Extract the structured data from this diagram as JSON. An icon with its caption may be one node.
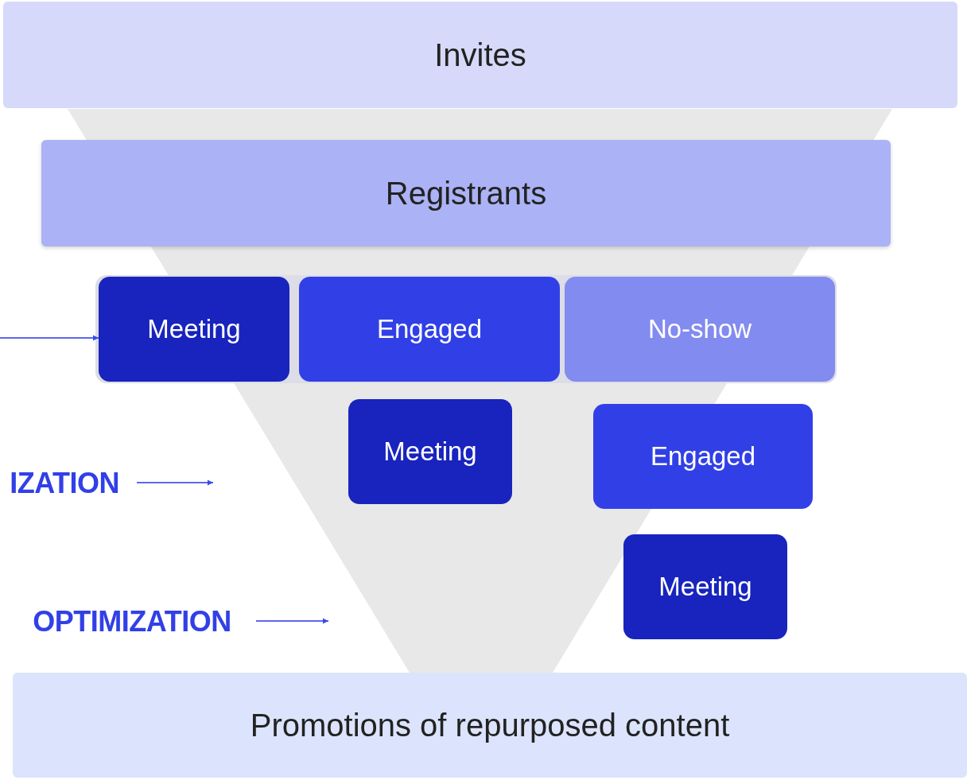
{
  "diagram": {
    "nodes": [
      {
        "text": [
          "Invites"
        ]
      },
      {
        "text": [
          "Registrants"
        ]
      },
      {
        "text": [
          "Meeting"
        ]
      },
      {
        "text": [
          "Engaged"
        ]
      },
      {
        "text": [
          "No-show"
        ]
      },
      {
        "text": [
          "Meeting"
        ]
      },
      {
        "text": [
          "Engaged"
        ]
      },
      {
        "text": [
          "Meeting"
        ]
      },
      {
        "text": [
          "IZATION"
        ]
      },
      {
        "text": [
          "OPTIMIZATION"
        ]
      },
      {
        "text": [
          "Promotions of repurposed content"
        ]
      }
    ],
    "edges": [
      {
        "from": null,
        "to": 2,
        "arrow": "to"
      },
      {
        "from": 8,
        "to": null,
        "arrow": "to"
      },
      {
        "from": 9,
        "to": null,
        "arrow": "to"
      }
    ]
  }
}
